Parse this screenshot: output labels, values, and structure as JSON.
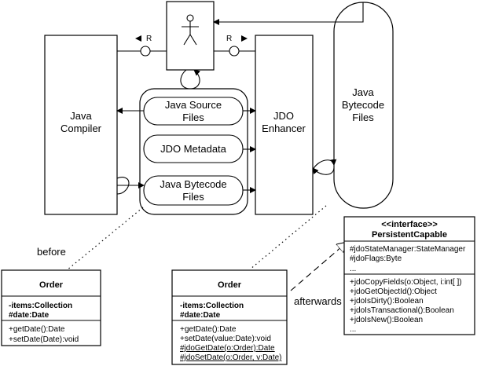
{
  "boxes": {
    "java_compiler": [
      "Java",
      "Compiler"
    ],
    "jdo_enhancer": [
      "JDO",
      "Enhancer"
    ],
    "java_bytecode_files": [
      "Java",
      "Bytecode",
      "Files"
    ],
    "java_source_files": [
      "Java Source",
      "Files"
    ],
    "jdo_metadata": "JDO Metadata",
    "bytecode_files_inner": [
      "Java Bytecode",
      "Files"
    ]
  },
  "ports": {
    "left_label": "R",
    "right_label": "R"
  },
  "labels": {
    "before": "before",
    "afterwards": "afterwards"
  },
  "class_before": {
    "name": "Order",
    "attributes": [
      "-items:Collection",
      "#date:Date"
    ],
    "methods": [
      "+getDate():Date",
      "+setDate(Date):void"
    ]
  },
  "class_after": {
    "name": "Order",
    "attributes": [
      "-items:Collection",
      "#date:Date"
    ],
    "methods": [
      "+getDate():Date",
      "+setDate(value:Date):void",
      "#jdoGetDate(o:Order):Date",
      "#jdoSetDate(o:Order, v:Date)"
    ]
  },
  "interface": {
    "stereotype": "<<interface>>",
    "name": "PersistentCapable",
    "attributes": [
      "#jdoStateManager:StateManager",
      "#jdoFlags:Byte",
      "..."
    ],
    "methods": [
      "+jdoCopyFields(o:Object, i:int[ ])",
      "+jdoGetObjectId():Object",
      "+jdoIsDirty():Boolean",
      "+jdoIsTransactional():Boolean",
      "+jdoIsNew():Boolean",
      "..."
    ]
  }
}
